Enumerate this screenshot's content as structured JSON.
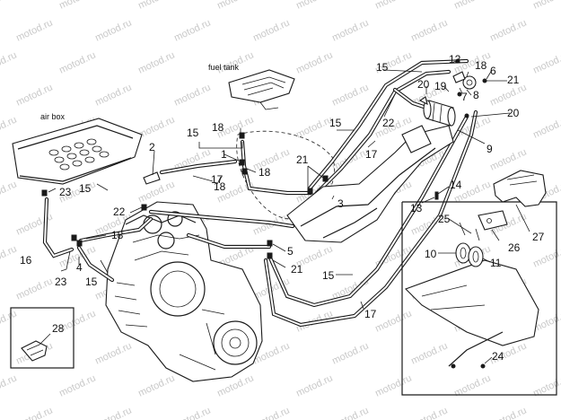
{
  "labels": {
    "fuel_tank": "fuel tank",
    "air_box": "air box"
  },
  "watermark": "motod.ru",
  "callouts": [
    "1",
    "2",
    "3",
    "4",
    "5",
    "6",
    "7",
    "8",
    "9",
    "10",
    "11",
    "12",
    "13",
    "14",
    "15",
    "16",
    "17",
    "18",
    "19",
    "20",
    "21",
    "22",
    "23",
    "24",
    "25",
    "26",
    "27",
    "28"
  ]
}
